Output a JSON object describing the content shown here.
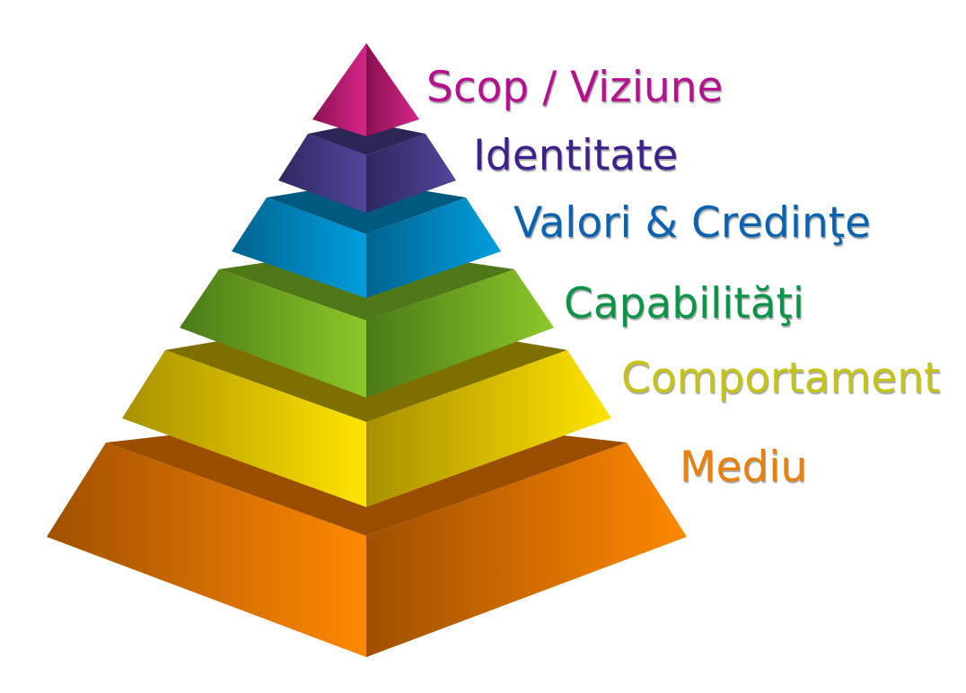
{
  "title": "Pyramid of logical levels",
  "levels": [
    {
      "label": "Scop / Viziune",
      "color": "#b5118e",
      "light": "#d6268a",
      "dark": "#8a1050",
      "top": "#6a0c40"
    },
    {
      "label": "Identitate",
      "color": "#3f1f8c",
      "light": "#51469c",
      "dark": "#2e2860",
      "top": "#2c2658"
    },
    {
      "label": "Valori & Credinţe",
      "color": "#0a63b0",
      "light": "#009fe0",
      "dark": "#00638e",
      "top": "#005a80"
    },
    {
      "label": "Capabilităţi",
      "color": "#0a9448",
      "light": "#8cc828",
      "dark": "#4a7a18",
      "top": "#507818"
    },
    {
      "label": "Comportament",
      "color": "#c4c418",
      "light": "#ffe400",
      "dark": "#a89000",
      "top": "#7e7000"
    },
    {
      "label": "Mediu",
      "color": "#e8800a",
      "light": "#ff8800",
      "dark": "#a05000",
      "top": "#9c4e00"
    }
  ]
}
